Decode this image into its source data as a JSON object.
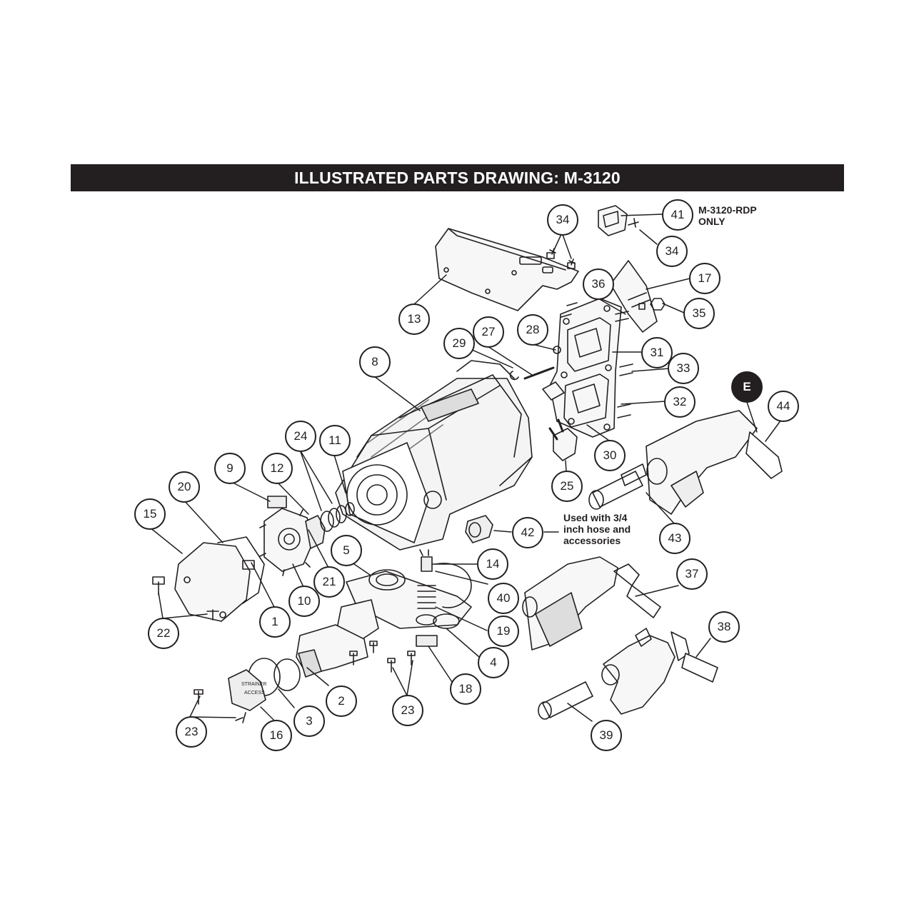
{
  "title": "ILLUSTRATED PARTS DRAWING: M-3120",
  "notes": {
    "rdp_only": "M-3120-RDP\nONLY",
    "hose": "Used with 3/4\ninch hose and\naccessories"
  },
  "callouts": [
    "34",
    "41",
    "34",
    "17",
    "36",
    "35",
    "13",
    "27",
    "29",
    "28",
    "31",
    "33",
    "8",
    "32",
    "E",
    "44",
    "24",
    "11",
    "9",
    "12",
    "30",
    "25",
    "20",
    "15",
    "43",
    "42",
    "5",
    "14",
    "21",
    "10",
    "40",
    "1",
    "19",
    "22",
    "4",
    "37",
    "38",
    "2",
    "18",
    "23",
    "23",
    "3",
    "16",
    "39"
  ],
  "colors": {
    "ink": "#231f20",
    "background": "#ffffff",
    "title_bar": "#231f20",
    "title_text": "#ffffff"
  }
}
